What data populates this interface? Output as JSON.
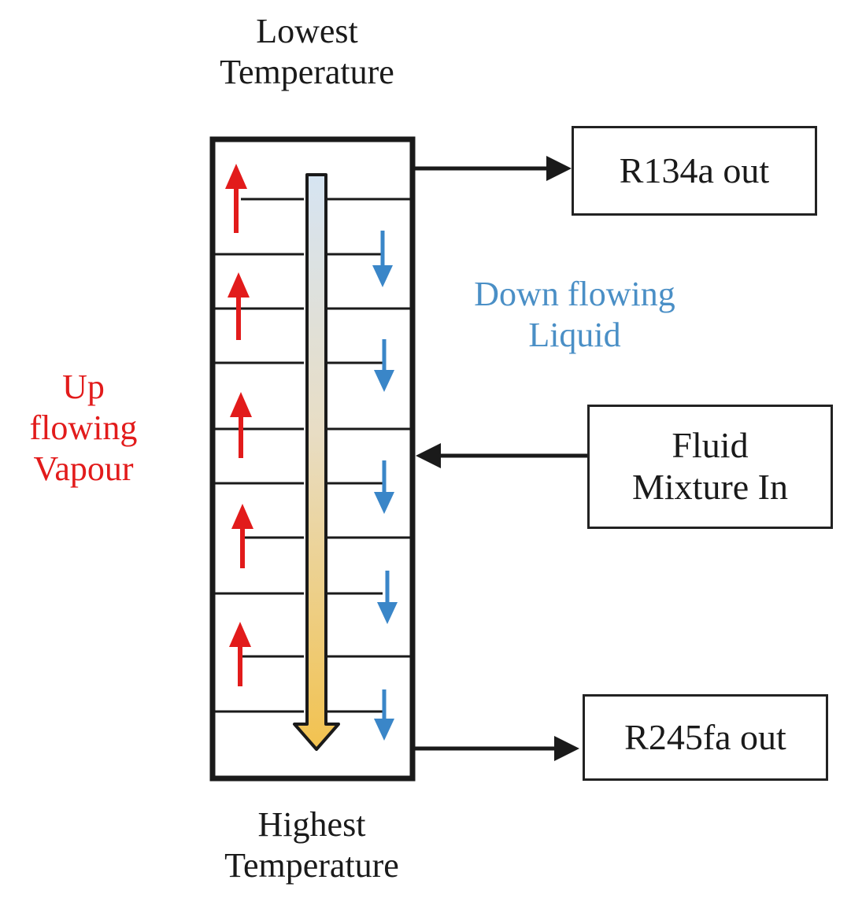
{
  "top_label": {
    "line1": "Lowest",
    "line2": "Temperature"
  },
  "bottom_label": {
    "line1": "Highest",
    "line2": "Temperature"
  },
  "vapour_label": {
    "line1": "Up",
    "line2": "flowing",
    "line3": "Vapour"
  },
  "liquid_label": {
    "line1": "Down flowing",
    "line2": "Liquid"
  },
  "boxes": {
    "r134a": "R134a out",
    "feed": {
      "line1": "Fluid",
      "line2": "Mixture In"
    },
    "r245fa": "R245fa out"
  },
  "colors": {
    "vapour": "#e21b1b",
    "liquid": "#3a86c8",
    "gradient_top": "#d6e4f2",
    "gradient_bottom": "#f2c24f",
    "outline": "#1a1a1a"
  }
}
